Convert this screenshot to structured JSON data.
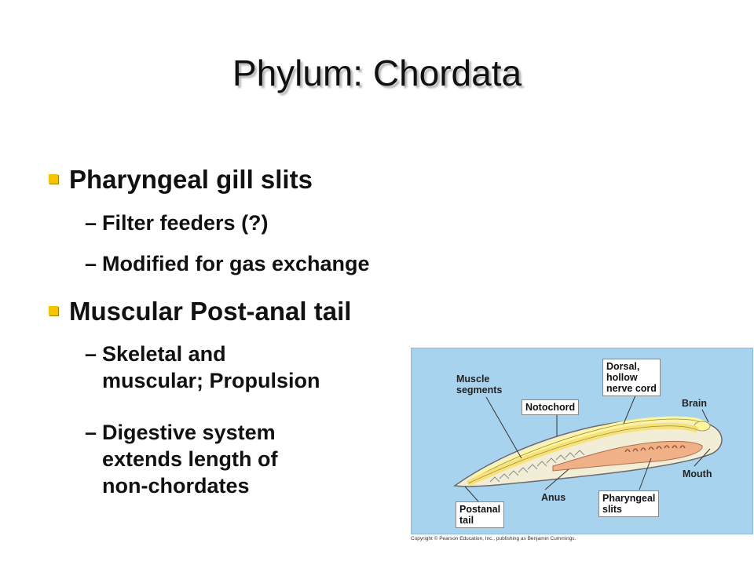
{
  "slide": {
    "title": "Phylum: Chordata",
    "bullets": [
      {
        "text": "Pharyngeal gill slits",
        "subs": [
          "Filter feeders (?)",
          "Modified for gas exchange"
        ]
      },
      {
        "text": "Muscular Post-anal tail",
        "subs": [
          "Skeletal and\nmuscular; Propulsion",
          "Digestive system\nextends length of\nnon-chordates"
        ]
      }
    ],
    "dash": "–"
  },
  "figure": {
    "labels": {
      "muscle_segments": "Muscle\nsegments",
      "dorsal_nerve_cord": "Dorsal,\nhollow\nnerve cord",
      "notochord": "Notochord",
      "brain": "Brain",
      "mouth": "Mouth",
      "anus": "Anus",
      "pharyngeal_slits": "Pharyngeal\nslits",
      "postanal_tail": "Postanal\ntail"
    },
    "copyright": "Copyright © Pearson Education, Inc., publishing as Benjamin Cummings.",
    "colors": {
      "background": "#a8d3ee",
      "body": "#f2edd6",
      "nerve_cord": "#fff59a",
      "notochord": "#f7e27a",
      "gut": "#f0b088"
    }
  }
}
